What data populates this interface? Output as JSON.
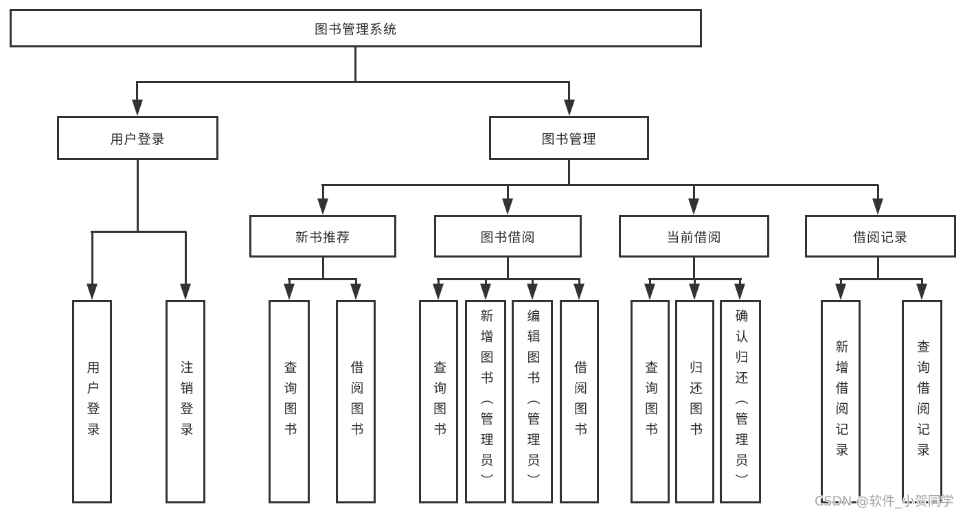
{
  "colors": {
    "line": "#333333",
    "text": "#2a2a2a",
    "watermark_gray": "#a6a6a6",
    "background": "#ffffff"
  },
  "tree": {
    "root": "图书管理系统",
    "branches": [
      {
        "label": "用户登录",
        "children": [
          {
            "label": "用户登录"
          },
          {
            "label": "注销登录"
          }
        ]
      },
      {
        "label": "图书管理",
        "groups": [
          {
            "label": "新书推荐",
            "children": [
              {
                "label": "查询图书"
              },
              {
                "label": "借阅图书"
              }
            ]
          },
          {
            "label": "图书借阅",
            "children": [
              {
                "label": "查询图书"
              },
              {
                "label": "新增图书（管理员）"
              },
              {
                "label": "编辑图书（管理员）"
              },
              {
                "label": "借阅图书"
              }
            ]
          },
          {
            "label": "当前借阅",
            "children": [
              {
                "label": "查询图书"
              },
              {
                "label": "归还图书"
              },
              {
                "label": "确认归还（管理员）"
              }
            ]
          },
          {
            "label": "借阅记录",
            "children": [
              {
                "label": "新增借阅记录"
              },
              {
                "label": "查询借阅记录"
              }
            ]
          }
        ]
      }
    ]
  },
  "watermark": "CSDN @软件_小贺同学"
}
